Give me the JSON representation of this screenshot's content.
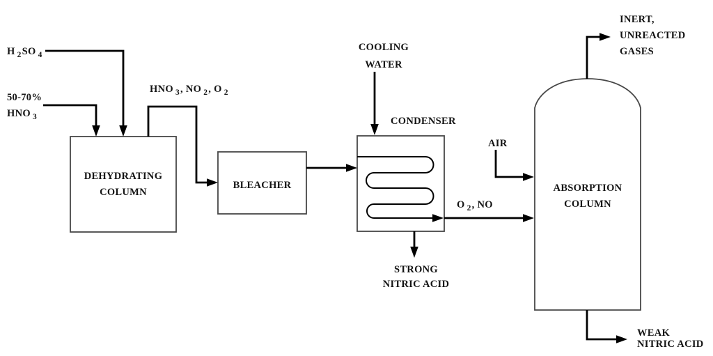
{
  "colors": {
    "background": "#ffffff",
    "line": "#000000",
    "box_border": "#474747",
    "text": "#141414"
  },
  "equipment": {
    "dehydrating_column": {
      "line1": "DEHYDRATING",
      "line2": "COLUMN"
    },
    "bleacher": {
      "name": "BLEACHER"
    },
    "condenser": {
      "name": "CONDENSER"
    },
    "absorption_column": {
      "line1": "ABSORPTION",
      "line2": "COLUMN"
    }
  },
  "streams": {
    "h2so4": {
      "formula": [
        {
          "t": "H"
        },
        {
          "t": "2",
          "sub": true
        },
        {
          "t": "SO"
        },
        {
          "t": "4",
          "sub": true
        }
      ]
    },
    "feed_acid": {
      "concentration": "50-70%",
      "formula": [
        {
          "t": "HNO"
        },
        {
          "t": "3",
          "sub": true
        }
      ]
    },
    "dehydrator_overhead": {
      "formula": [
        {
          "t": "HNO"
        },
        {
          "t": "3",
          "sub": true
        },
        {
          "t": ", NO"
        },
        {
          "t": "2",
          "sub": true
        },
        {
          "t": ", O"
        },
        {
          "t": "2",
          "sub": true
        }
      ]
    },
    "cooling_water": {
      "line1": "COOLING",
      "line2": "WATER"
    },
    "air": {
      "label": "AIR"
    },
    "o2_no": {
      "formula": [
        {
          "t": "O"
        },
        {
          "t": "2",
          "sub": true
        },
        {
          "t": ", NO"
        }
      ]
    },
    "strong_nitric_acid": {
      "line1": "STRONG",
      "line2": "NITRIC ACID"
    },
    "inert_gases": {
      "line1": "INERT,",
      "line2": "UNREACTED",
      "line3": "GASES"
    },
    "weak_nitric_acid": {
      "line1": "WEAK",
      "line2": "NITRIC ACID"
    }
  }
}
